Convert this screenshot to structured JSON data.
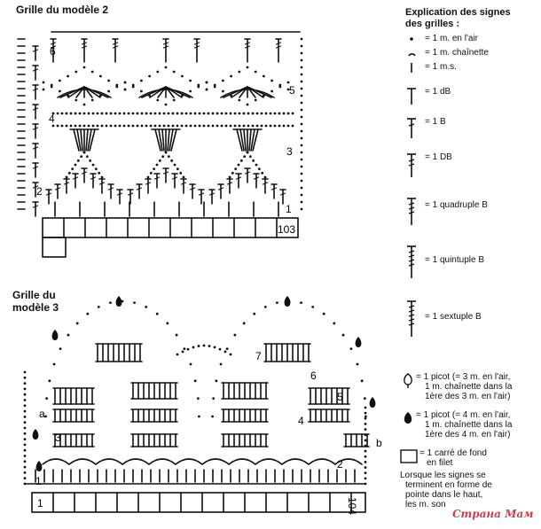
{
  "grid2": {
    "title": "Grille du modèle 2",
    "row_labels": [
      "6",
      "5",
      "4",
      "3",
      "2",
      "1"
    ],
    "count_label": "103"
  },
  "grid3": {
    "title": "Grille du modèle 3",
    "row_labels": [
      "7",
      "6",
      "5",
      "4",
      "3",
      "2",
      "1"
    ],
    "letter_a": "a",
    "letter_b": "b",
    "start_label": "1",
    "count_label": "104"
  },
  "legend": {
    "title": "Explication des signes des grilles :",
    "items": [
      {
        "icon": "dot-icon",
        "text": "= 1 m. en l'air"
      },
      {
        "icon": "arc-icon",
        "text": "= 1 m. chaînette"
      },
      {
        "icon": "single-bar-icon",
        "text": "= 1 m.s."
      },
      {
        "icon": "t-bar-icon",
        "text": "= 1 dB"
      },
      {
        "icon": "one-cross-icon",
        "text": "= 1 B"
      },
      {
        "icon": "two-cross-icon",
        "text": "= 1 DB"
      },
      {
        "icon": "three-cross-icon",
        "text": "= 1 quadruple B"
      },
      {
        "icon": "four-cross-icon",
        "text": "= 1 quintuple B"
      },
      {
        "icon": "five-cross-icon",
        "text": "= 1 sextuple B"
      }
    ],
    "picot_open_lines": [
      "= 1 picot (= 3 m. en l'air,",
      "1 m. chaînette dans la",
      "1ère des 3 m. en l'air)"
    ],
    "picot_filled_lines": [
      "= 1 picot (= 4 m. en l'air,",
      "1 m. chaînette dans la",
      "1ère des 4 m. en l'air)"
    ],
    "square_lines": [
      "= 1 carré de fond",
      "en filet"
    ],
    "note_lines": [
      "Lorsque les signes se",
      "terminent en forme de",
      "pointe dans le haut,",
      "les m. son"
    ]
  },
  "watermark": "Страна Мам",
  "colors": {
    "ink": "#111111",
    "watermark": "#d23b4a"
  }
}
